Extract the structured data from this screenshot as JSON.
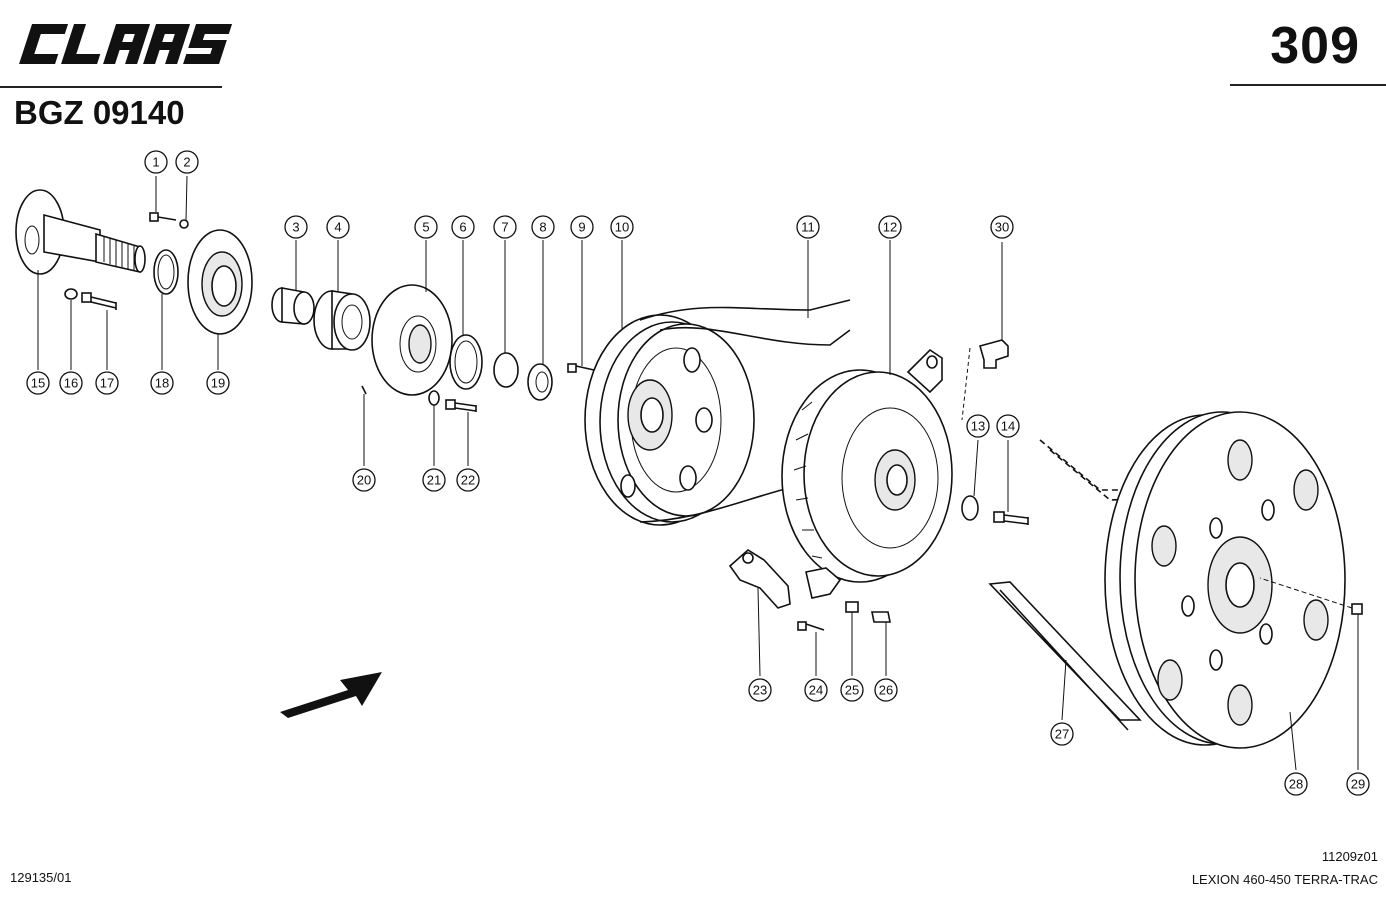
{
  "header": {
    "brand": "CLAAS",
    "page_number": "309",
    "document_code": "BGZ 09140"
  },
  "footer": {
    "catalog_number": "129135/01",
    "figure_code": "11209z01",
    "model": "LEXION 460-450 TERRA-TRAC"
  },
  "callouts": [
    "1",
    "2",
    "3",
    "4",
    "5",
    "6",
    "7",
    "8",
    "9",
    "10",
    "11",
    "12",
    "13",
    "14",
    "15",
    "16",
    "17",
    "18",
    "19",
    "20",
    "21",
    "22",
    "23",
    "24",
    "25",
    "26",
    "27",
    "28",
    "29",
    "30"
  ]
}
